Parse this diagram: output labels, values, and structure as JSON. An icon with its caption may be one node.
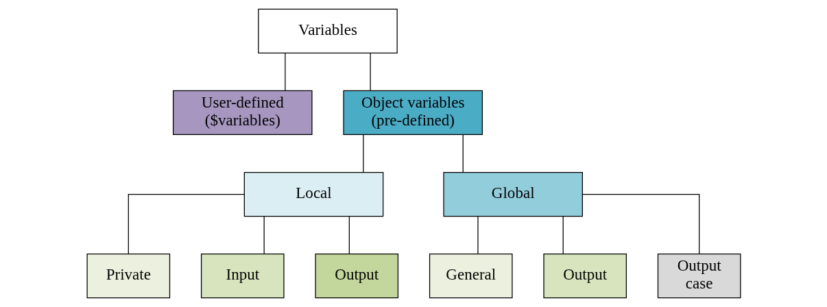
{
  "diagram": {
    "nodes": [
      {
        "text": [
          "Variables"
        ]
      },
      {
        "text": [
          "User-defined ($variables)"
        ]
      },
      {
        "text": [
          "Object variables (pre-defined)"
        ]
      },
      {
        "text": [
          "Local"
        ]
      },
      {
        "text": [
          "Global"
        ]
      },
      {
        "text": [
          "Private"
        ]
      },
      {
        "text": [
          "Input"
        ]
      },
      {
        "text": [
          "Output"
        ]
      },
      {
        "text": [
          "General"
        ]
      },
      {
        "text": [
          "Output"
        ]
      },
      {
        "text": [
          "Output case"
        ]
      }
    ],
    "edges": [
      {
        "from": 0,
        "to": 1,
        "arrow": "none"
      },
      {
        "from": 0,
        "to": 2,
        "arrow": "none"
      },
      {
        "from": 2,
        "to": 3,
        "arrow": "none"
      },
      {
        "from": 2,
        "to": 4,
        "arrow": "none"
      },
      {
        "from": 3,
        "to": 5,
        "arrow": "none"
      },
      {
        "from": 3,
        "to": 6,
        "arrow": "none"
      },
      {
        "from": 3,
        "to": 7,
        "arrow": "none"
      },
      {
        "from": 4,
        "to": 8,
        "arrow": "none"
      },
      {
        "from": 4,
        "to": 9,
        "arrow": "none"
      },
      {
        "from": 4,
        "to": 10,
        "arrow": "none"
      }
    ]
  }
}
